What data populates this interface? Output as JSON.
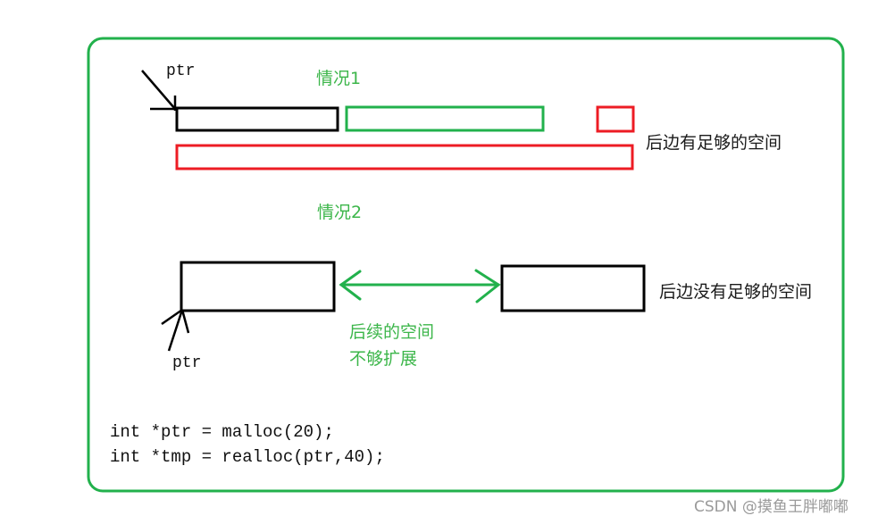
{
  "colors": {
    "frame": "#22b14c",
    "memory_block": "#000000",
    "new_block": "#ed1c24",
    "free_space": "#22b14c",
    "label_green": "#3cb64a"
  },
  "case1": {
    "title": "情况1",
    "pointer_label": "ptr",
    "note": "后边有足够的空间"
  },
  "case2": {
    "title": "情况2",
    "pointer_label": "ptr",
    "gap_note_line1": "后续的空间",
    "gap_note_line2": "不够扩展",
    "note": "后边没有足够的空间"
  },
  "code": {
    "line1": "int *ptr = malloc(20);",
    "line2": "int *tmp = realloc(ptr,40);"
  },
  "watermark": "CSDN @摸鱼王胖嘟嘟"
}
